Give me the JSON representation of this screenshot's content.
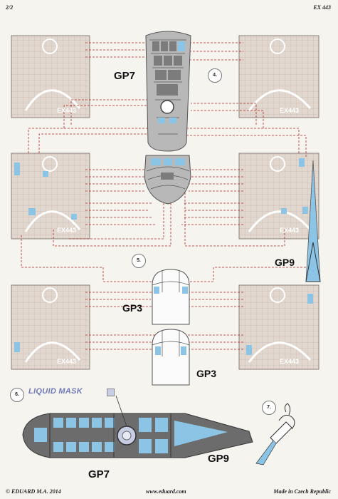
{
  "header": {
    "page": "2/2",
    "code": "EX 443"
  },
  "labels": {
    "gp7_upper": "GP7",
    "gp9_mid": "GP9",
    "gp3_a": "GP3",
    "gp3_b": "GP3",
    "gp7_lower": "GP7",
    "gp9_lower": "GP9"
  },
  "steps": {
    "s4": "4.",
    "s5": "5.",
    "s6": "6.",
    "s7": "7."
  },
  "liquid_mask": "LIQUID MASK",
  "sheet_codes": [
    "EX443",
    "EX443",
    "EX443",
    "EX443",
    "EX443",
    "EX443"
  ],
  "footer": {
    "copyright": "© EDUARD  M.A. 2014",
    "website": "www.eduard.com",
    "origin": "Made in Czech Republic"
  },
  "colors": {
    "mask_blue": "#8cc4e6",
    "frame_gray": "#7c7c7c",
    "sheet": "#e2d7cf",
    "leader_red": "#b32626"
  }
}
